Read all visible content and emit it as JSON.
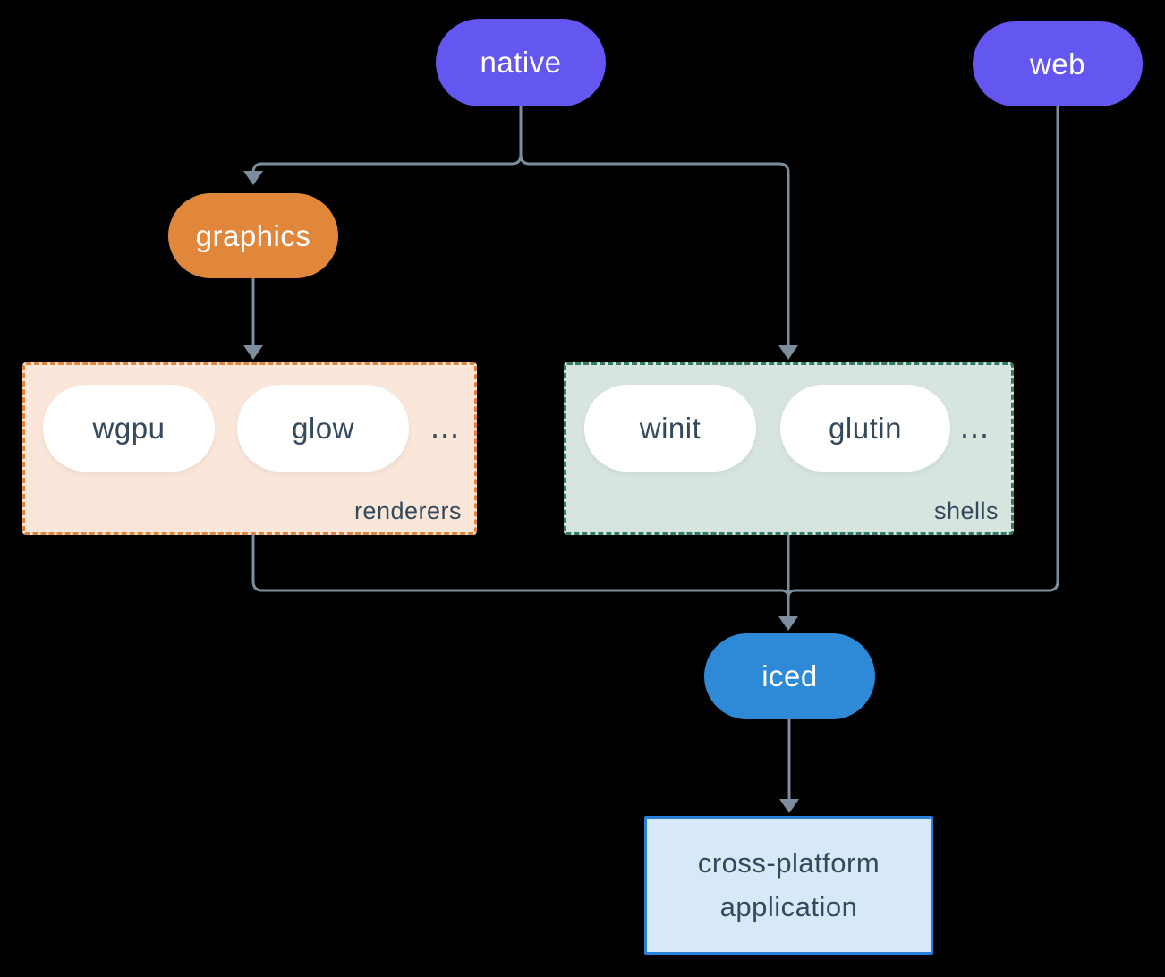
{
  "nodes": {
    "native": {
      "label": "native"
    },
    "web": {
      "label": "web"
    },
    "graphics": {
      "label": "graphics"
    },
    "iced": {
      "label": "iced"
    },
    "application": {
      "label": "cross-platform application"
    }
  },
  "groups": {
    "renderers": {
      "label": "renderers",
      "ellipsis": "...",
      "items": [
        {
          "label": "wgpu"
        },
        {
          "label": "glow"
        }
      ]
    },
    "shells": {
      "label": "shells",
      "ellipsis": "...",
      "items": [
        {
          "label": "winit"
        },
        {
          "label": "glutin"
        }
      ]
    }
  },
  "colors": {
    "background": "#000000",
    "edge": "#7C8D9E",
    "node_purple": "#6456F0",
    "node_orange": "#E0873C",
    "node_blue": "#2E89D6",
    "node_text_light": "#FFFFFF",
    "node_text_dark": "#35495C",
    "inner_pill_bg": "#FFFFFF",
    "group_renderers_bg": "#FAE7D9",
    "group_renderers_border": "#E0863C",
    "group_shells_bg": "#D8E5DF",
    "group_shells_border": "#2F7E6C",
    "app_bg": "#D7E9F8",
    "app_border": "#2980D9"
  }
}
